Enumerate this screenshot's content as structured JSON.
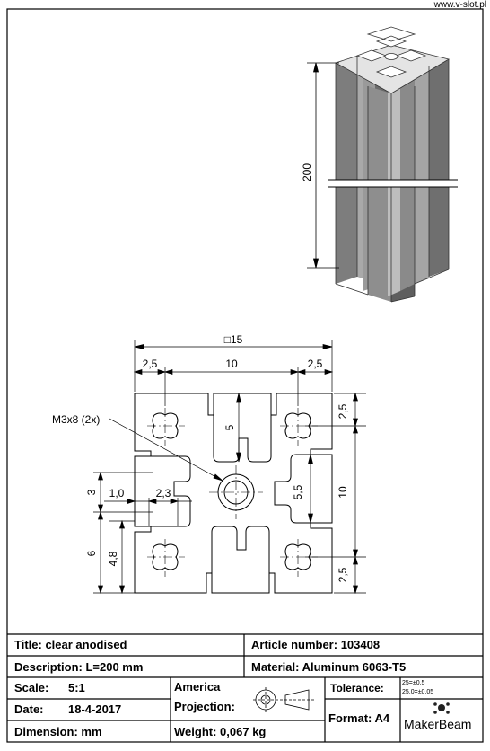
{
  "header": {
    "website": "www.v-slot.pl"
  },
  "diagram": {
    "height_dim": "200",
    "square_dim": "□15",
    "dim_left_top": "2,5",
    "dim_center_top": "10",
    "dim_right_top": "2,5",
    "dim_slot_depth": "5",
    "dim_right_upper": "2,5",
    "dim_right_total": "10",
    "dim_right_lower": "2,5",
    "dim_slot_width": "5,5",
    "dim_left_3": "3",
    "dim_left_1_0": "1,0",
    "dim_left_2_3": "2,3",
    "dim_left_6": "6",
    "dim_left_4_8": "4,8",
    "thread_callout": "M3x8 (2x)"
  },
  "title_block": {
    "title_label": "Title:",
    "title_value": "clear anodised",
    "article_label": "Article number:",
    "article_value": "103408",
    "description_label": "Description:",
    "description_value": "L=200 mm",
    "material_label": "Material:",
    "material_value": "Aluminum 6063-T5",
    "scale_label": "Scale:",
    "scale_value": "5:1",
    "date_label": "Date:",
    "date_value": "18-4-2017",
    "dimension_label": "Dimension:",
    "dimension_value": "mm",
    "projection_label_1": "America",
    "projection_label_2": "Projection:",
    "weight_label": "Weight:",
    "weight_value": "0,067 kg",
    "tolerance_label": "Tolerance:",
    "tolerance_line_1": "25=±0,5",
    "tolerance_line_2": "25,0=±0,05",
    "format_label": "Format:",
    "format_value": "A4",
    "brand": "MakerBeam"
  }
}
